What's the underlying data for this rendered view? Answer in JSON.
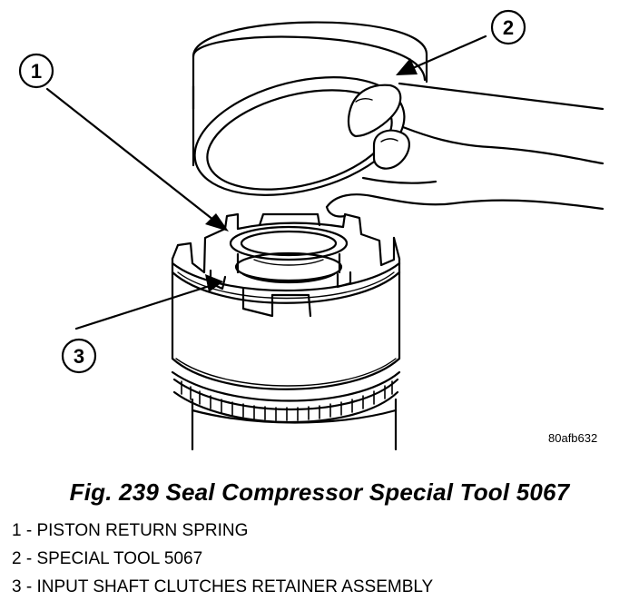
{
  "figure": {
    "code": "80afb632",
    "caption": "Fig. 239 Seal Compressor Special Tool 5067",
    "callouts": [
      "1",
      "2",
      "3"
    ]
  },
  "legend": [
    "1 - PISTON RETURN SPRING",
    "2 - SPECIAL TOOL 5067",
    "3 - INPUT SHAFT CLUTCHES RETAINER ASSEMBLY"
  ]
}
